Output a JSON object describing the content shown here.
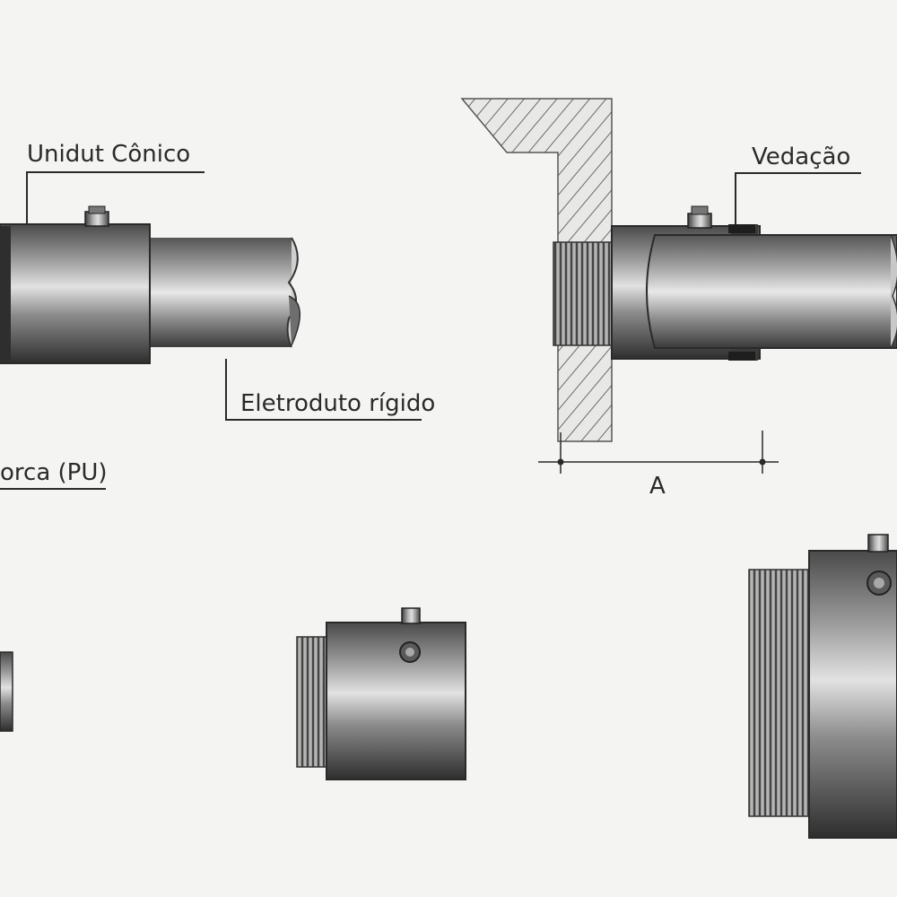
{
  "labels": {
    "unidut_conico": "Unidut Cônico",
    "eletroduto_rigido": "Eletroduto rígido",
    "porca_pu": "orca (PU)",
    "vedacao": "Vedação",
    "dimension_a": "A"
  },
  "colors": {
    "background": "#f4f4f2",
    "metal_dark": "#3a3a3a",
    "metal_mid": "#8a8a8a",
    "metal_light": "#d8d8d8",
    "line": "#2a2a2a",
    "hatch": "#6a6a6a"
  }
}
